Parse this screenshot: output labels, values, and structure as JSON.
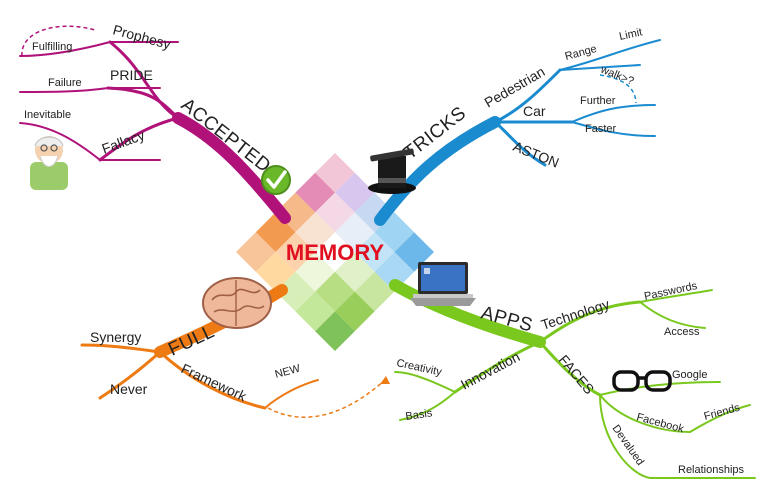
{
  "center": {
    "label": "MEMORY"
  },
  "colors": {
    "accepted": "#b0127a",
    "tricks": "#1b8bd0",
    "apps": "#7ac81e",
    "full": "#ee7a14",
    "center_text": "#e01020"
  },
  "accepted": {
    "label": "ACCEPTED",
    "prophesy": "Prophesy",
    "fulfilling": "Fulfilling",
    "pride": "PRIDE",
    "failure": "Failure",
    "fallacy": "Fallacy",
    "inevitable": "Inevitable"
  },
  "tricks": {
    "label": "TRICKS",
    "pedestrian": "Pedestrian",
    "range": "Range",
    "limit": "Limit",
    "walk": "walk>?",
    "car": "Car",
    "further": "Further",
    "faster": "Faster",
    "aston": "ASTON"
  },
  "apps": {
    "label": "APPS",
    "technology": "Technology",
    "passwords": "Passwords",
    "access": "Access",
    "innovation": "Innovation",
    "creativity": "Creativity",
    "basis": "Basis",
    "faces": "FACES",
    "google": "Google",
    "facebook": "Facebook",
    "friends": "Friends",
    "devalued": "Devalued",
    "relationships": "Relationships"
  },
  "full": {
    "label": "FULL",
    "synergy": "Synergy",
    "never": "Never",
    "framework": "Framework",
    "new": "NEW"
  },
  "icons": [
    "old-man-icon",
    "check-icon",
    "top-hat-icon",
    "laptop-icon",
    "brain-icon",
    "glasses-icon"
  ]
}
